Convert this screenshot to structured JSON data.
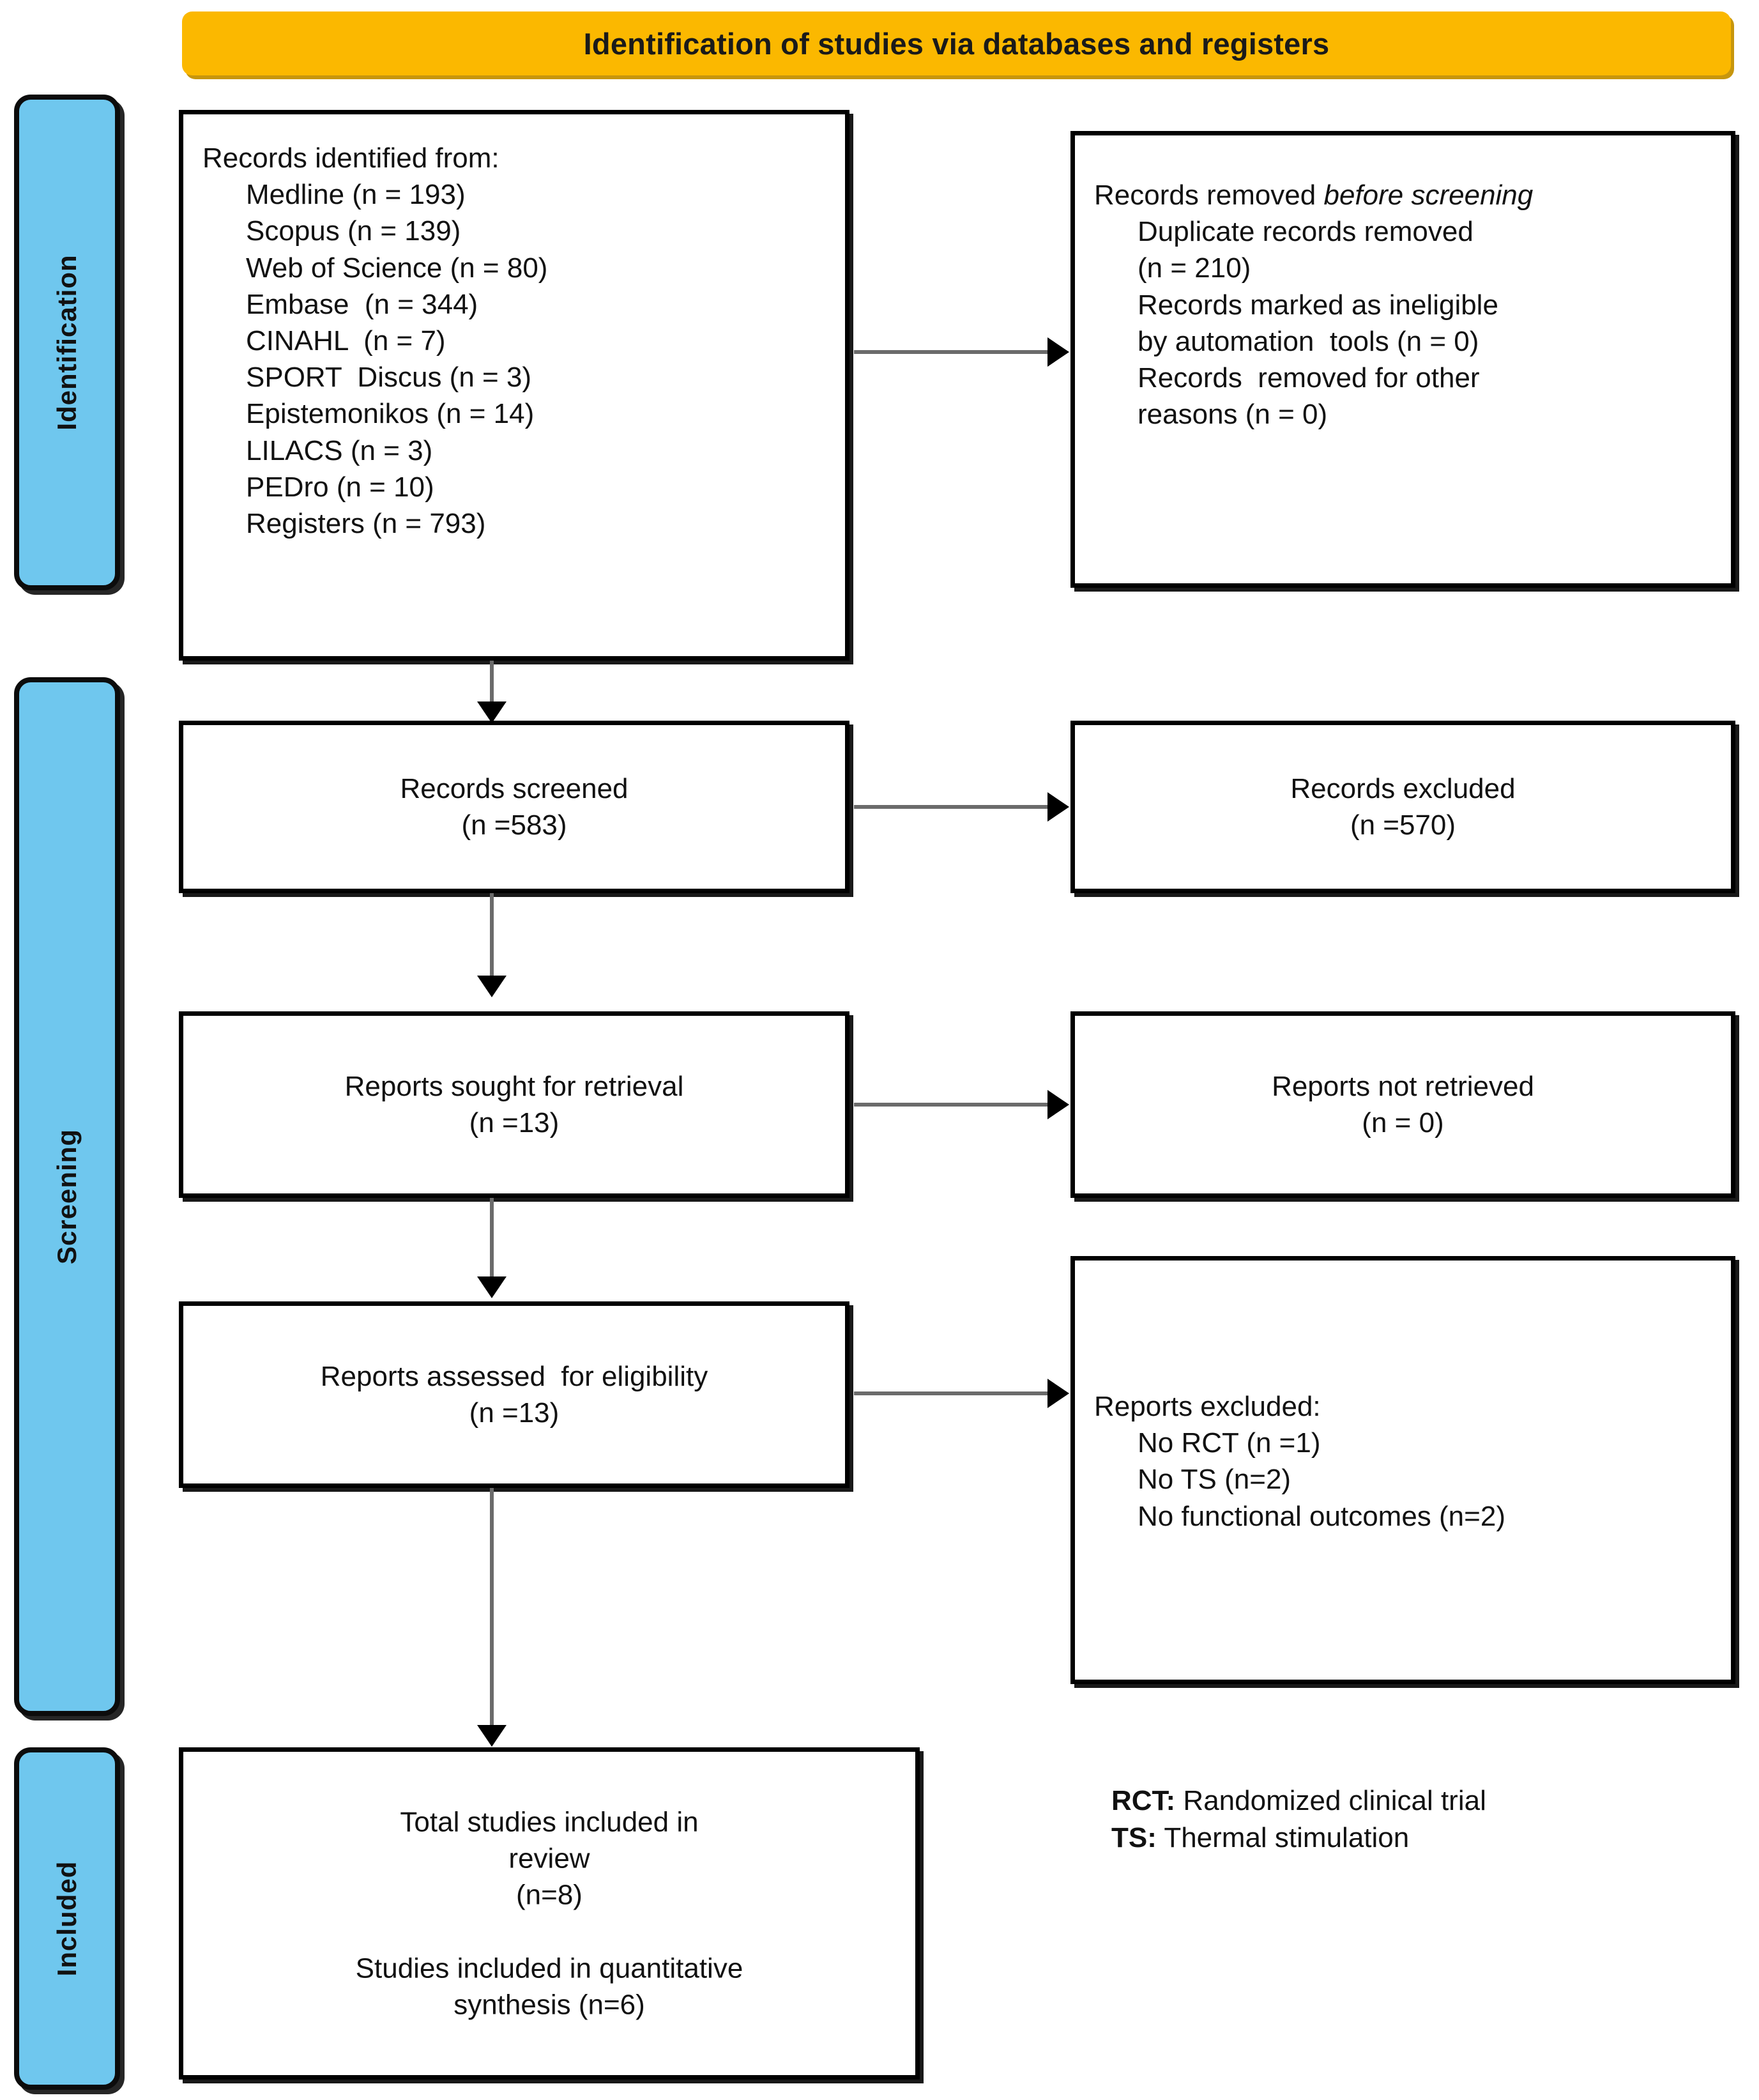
{
  "banner": {
    "title": "Identification of studies via databases and registers",
    "color": "#FBB800"
  },
  "stages": [
    {
      "label": "Identification"
    },
    {
      "label": "Screening"
    },
    {
      "label": "Included"
    }
  ],
  "boxes": {
    "records_identified": {
      "heading": "Records identified from:",
      "sources": [
        "Medline (n = 193)",
        "Scopus (n = 139)",
        "Web of Science (n = 80)",
        "Embase  (n = 344)",
        "CINAHL  (n = 7)",
        "SPORT  Discus (n = 3)",
        "Epistemonikos (n = 14)",
        "LILACS (n = 3)",
        "PEDro (n = 10)",
        "Registers (n = 793)"
      ]
    },
    "records_removed": {
      "heading_prefix": "Records removed ",
      "heading_italic": "before screening",
      "heading_suffix": ":",
      "items": [
        "Duplicate records removed",
        "(n = 210)",
        "Records marked as ineligible",
        "by automation  tools (n = 0)",
        "Records  removed for other",
        "reasons (n = 0)"
      ]
    },
    "records_screened": {
      "line1": "Records screened",
      "line2": "(n =583)"
    },
    "records_excluded": {
      "line1": "Records excluded",
      "line2": "(n =570)"
    },
    "reports_sought": {
      "line1": "Reports sought for retrieval",
      "line2": "(n =13)"
    },
    "reports_not_retrieved": {
      "line1": "Reports not retrieved",
      "line2": "(n = 0)"
    },
    "reports_assessed": {
      "line1": "Reports assessed  for eligibility",
      "line2": "(n =13)"
    },
    "reports_excluded": {
      "heading": "Reports excluded:",
      "items": [
        "No RCT (n =1)",
        "No TS (n=2)",
        "No functional outcomes (n=2)"
      ]
    },
    "total_included": {
      "line1": "Total studies included in",
      "line2": "review",
      "line3": "(n=8)",
      "line4": "Studies included in quantitative",
      "line5": "synthesis (n=6)"
    }
  },
  "legend": [
    {
      "abbr": "RCT:",
      "definition": " Randomized clinical trial"
    },
    {
      "abbr": "TS:",
      "definition": " Thermal stimulation"
    }
  ]
}
